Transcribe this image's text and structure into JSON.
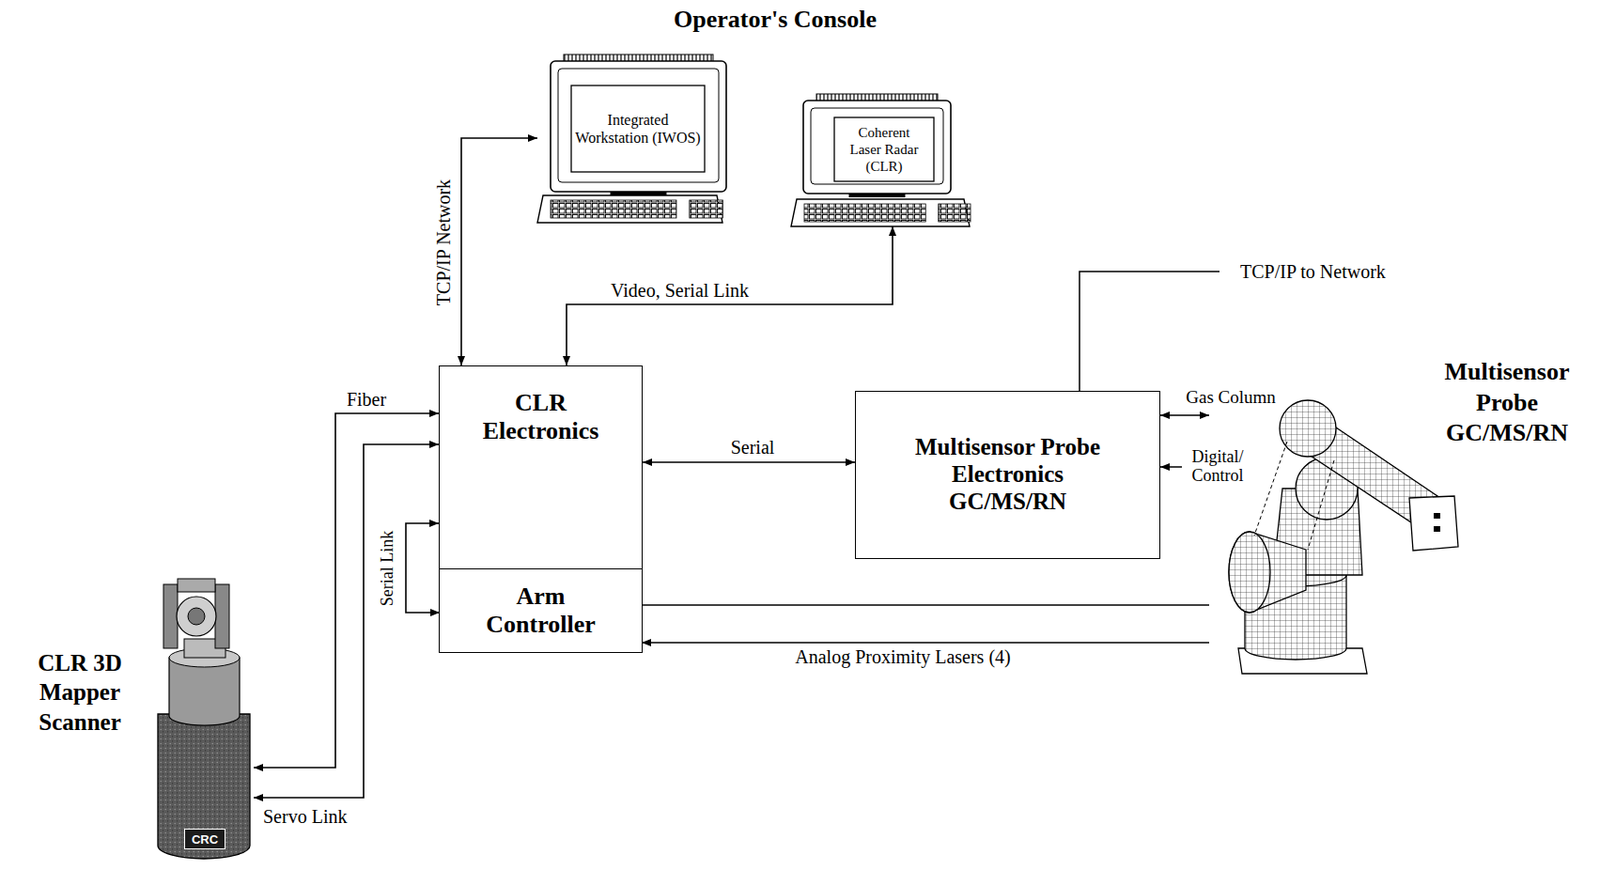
{
  "diagram": {
    "title": "Operator's Console",
    "nodes": [
      {
        "text": [
          "Integrated Workstation (IWOS)"
        ]
      },
      {
        "text": [
          "Coherent Laser Radar (CLR)"
        ]
      },
      {
        "text": [
          "CLR Electronics"
        ]
      },
      {
        "text": [
          "Arm Controller"
        ],
        "in": 2
      },
      {
        "text": [
          "Multisensor Probe Electronics GC/MS/RN"
        ]
      },
      {
        "text": [
          "Multisensor Probe GC/MS/RN"
        ]
      },
      {
        "text": [
          "CLR 3D Mapper Scanner"
        ]
      }
    ],
    "edges": [
      {
        "from": 2,
        "to": 0,
        "label": "TCP/IP Network",
        "arrow": "both"
      },
      {
        "from": 2,
        "to": 1,
        "label": "Video, Serial Link",
        "arrow": "both"
      },
      {
        "from": 2,
        "to": 6,
        "label": "Fiber",
        "arrow": "both"
      },
      {
        "from": 2,
        "to": 6,
        "label": "Servo Link",
        "arrow": "both"
      },
      {
        "from": 2,
        "to": 3,
        "label": "Serial Link",
        "arrow": "both"
      },
      {
        "from": 2,
        "to": 4,
        "label": "Serial",
        "arrow": "both"
      },
      {
        "from": 4,
        "to": 5,
        "label": "Gas Column",
        "arrow": "both"
      },
      {
        "from": 4,
        "to": 5,
        "label": "Digital/ Control",
        "arrow": "both"
      },
      {
        "from": 3,
        "to": 5,
        "arrow": "none"
      },
      {
        "from": 5,
        "to": 3,
        "label": "Analog Proximity Lasers (4)",
        "arrow": "to"
      }
    ],
    "labels": [
      "TCP/IP to Network",
      "CRC"
    ]
  }
}
